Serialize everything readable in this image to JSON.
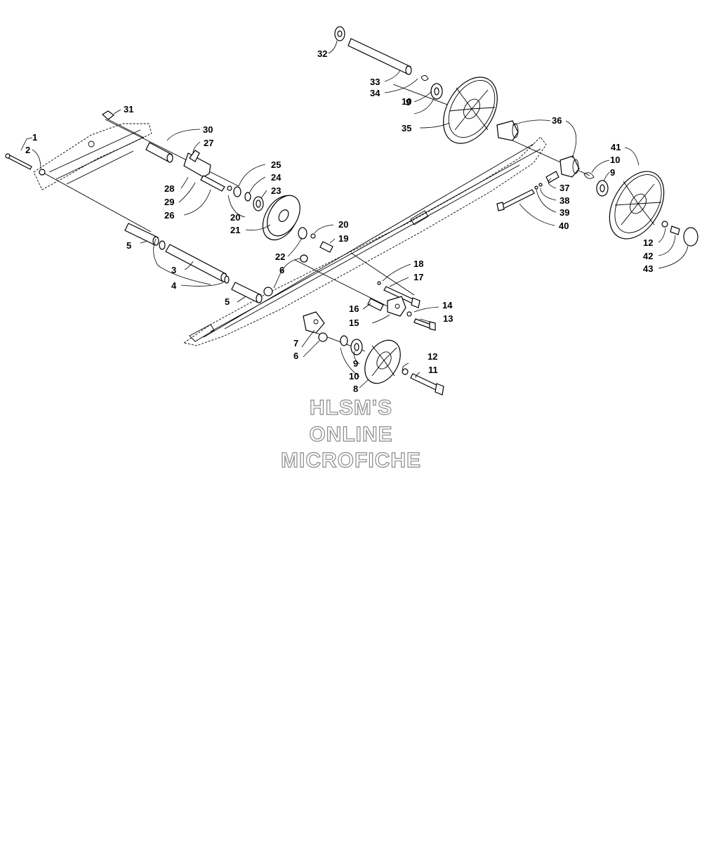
{
  "diagram": {
    "callouts": [
      {
        "id": "c1",
        "text": "1"
      },
      {
        "id": "c2",
        "text": "2"
      },
      {
        "id": "c3",
        "text": "3"
      },
      {
        "id": "c4",
        "text": "4"
      },
      {
        "id": "c5a",
        "text": "5"
      },
      {
        "id": "c5b",
        "text": "5"
      },
      {
        "id": "c6a",
        "text": "6"
      },
      {
        "id": "c6b",
        "text": "6"
      },
      {
        "id": "c7",
        "text": "7"
      },
      {
        "id": "c8",
        "text": "8"
      },
      {
        "id": "c9a",
        "text": "9"
      },
      {
        "id": "c9b",
        "text": "9"
      },
      {
        "id": "c9c",
        "text": "9"
      },
      {
        "id": "c10a",
        "text": "10"
      },
      {
        "id": "c10b",
        "text": "10"
      },
      {
        "id": "c10c",
        "text": "10"
      },
      {
        "id": "c11",
        "text": "11"
      },
      {
        "id": "c12a",
        "text": "12"
      },
      {
        "id": "c12b",
        "text": "12"
      },
      {
        "id": "c13",
        "text": "13"
      },
      {
        "id": "c14",
        "text": "14"
      },
      {
        "id": "c15",
        "text": "15"
      },
      {
        "id": "c16",
        "text": "16"
      },
      {
        "id": "c17",
        "text": "17"
      },
      {
        "id": "c18",
        "text": "18"
      },
      {
        "id": "c19",
        "text": "19"
      },
      {
        "id": "c20a",
        "text": "20"
      },
      {
        "id": "c20b",
        "text": "20"
      },
      {
        "id": "c21",
        "text": "21"
      },
      {
        "id": "c22",
        "text": "22"
      },
      {
        "id": "c23",
        "text": "23"
      },
      {
        "id": "c24",
        "text": "24"
      },
      {
        "id": "c25",
        "text": "25"
      },
      {
        "id": "c26",
        "text": "26"
      },
      {
        "id": "c27",
        "text": "27"
      },
      {
        "id": "c28",
        "text": "28"
      },
      {
        "id": "c29",
        "text": "29"
      },
      {
        "id": "c30",
        "text": "30"
      },
      {
        "id": "c31",
        "text": "31"
      },
      {
        "id": "c32",
        "text": "32"
      },
      {
        "id": "c33",
        "text": "33"
      },
      {
        "id": "c34",
        "text": "34"
      },
      {
        "id": "c35",
        "text": "35"
      },
      {
        "id": "c36",
        "text": "36"
      },
      {
        "id": "c37",
        "text": "37"
      },
      {
        "id": "c38",
        "text": "38"
      },
      {
        "id": "c39",
        "text": "39"
      },
      {
        "id": "c40",
        "text": "40"
      },
      {
        "id": "c41",
        "text": "41"
      },
      {
        "id": "c42",
        "text": "42"
      },
      {
        "id": "c43",
        "text": "43"
      }
    ]
  },
  "watermark": {
    "line1": "HLSM'S",
    "line2": "ONLINE",
    "line3": "MICROFICHE",
    "stroke_color": "#8a8a8a"
  }
}
